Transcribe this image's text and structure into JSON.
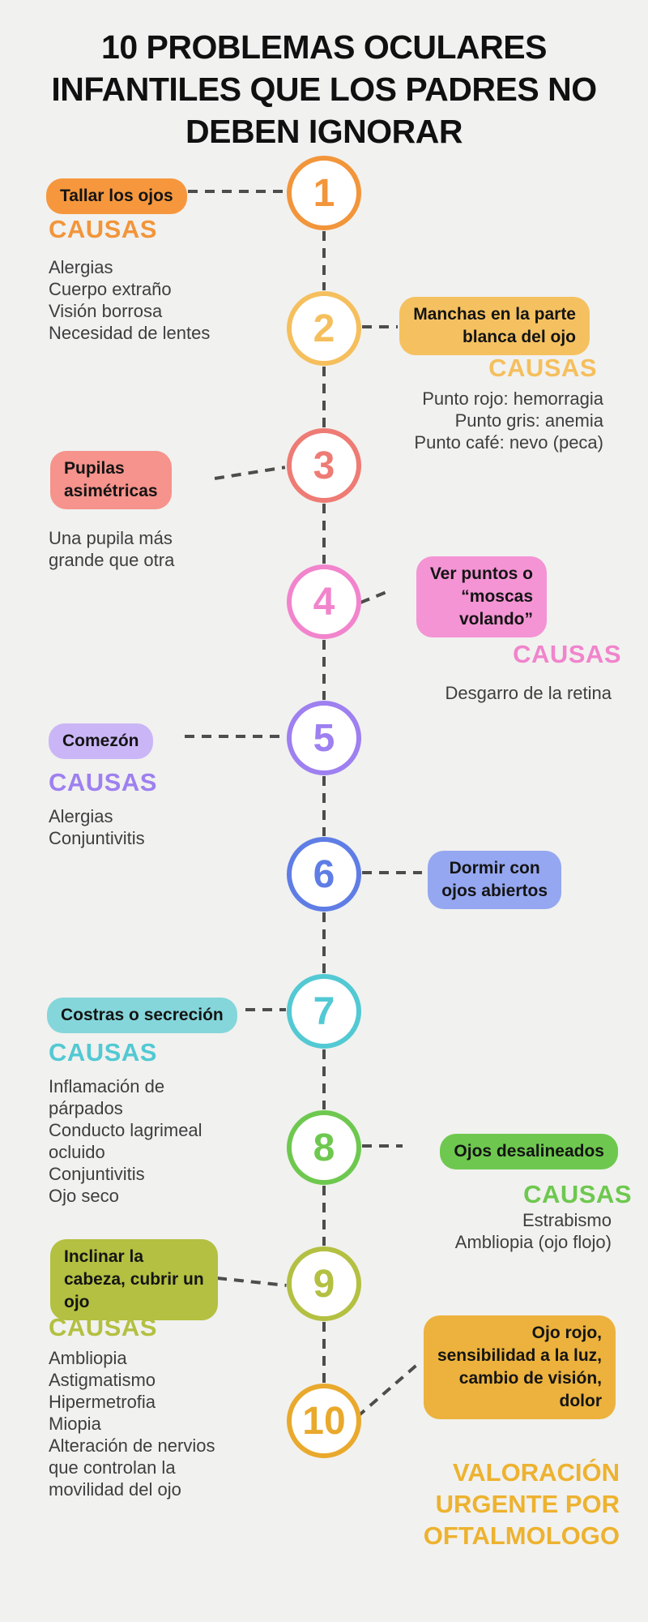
{
  "page": {
    "title": "10 PROBLEMAS OCULARES\nINFANTILES QUE LOS PADRES NO\nDEBEN IGNORAR",
    "title_color": "#101010",
    "background": "#f1f1ef",
    "connector_color": "#4d4d4d"
  },
  "causes_heading": "CAUSAS",
  "items": [
    {
      "number": "1",
      "label": "Tallar los ojos",
      "color": "#f2953b",
      "pill_color": "#f6973d",
      "causes": [
        "Alergias",
        "Cuerpo extraño",
        "Visión borrosa",
        "Necesidad de lentes"
      ]
    },
    {
      "number": "2",
      "label": "Manchas en la parte\nblanca del ojo",
      "color": "#f5bf5d",
      "pill_color": "#f5c160",
      "causes": [
        "Punto rojo: hemorragia",
        "Punto gris: anemia",
        "Punto café: nevo (peca)"
      ]
    },
    {
      "number": "3",
      "label": "Pupilas\nasimétricas",
      "color": "#ee7b74",
      "pill_color": "#f5938c",
      "description": "Una pupila más\ngrande que otra"
    },
    {
      "number": "4",
      "label": "Ver puntos o\n“moscas\nvolando”",
      "color": "#f184cc",
      "pill_color": "#f494d4",
      "causes": [
        "Desgarro de la retina"
      ]
    },
    {
      "number": "5",
      "label": "Comezón",
      "color": "#9e80f0",
      "pill_color": "#cab6f6",
      "causes": [
        "Alergias",
        "Conjuntivitis"
      ]
    },
    {
      "number": "6",
      "label": "Dormir con\nojos abiertos",
      "color": "#5f7de5",
      "pill_color": "#95a7f0"
    },
    {
      "number": "7",
      "label": "Costras o secreción",
      "color": "#52c9d3",
      "pill_color": "#85d6da",
      "causes": [
        "Inflamación de\npárpados",
        "Conducto lagrimeal\nocluido",
        "Conjuntivitis",
        "Ojo seco"
      ]
    },
    {
      "number": "8",
      "label": "Ojos desalineados",
      "color": "#6ec84f",
      "pill_color": "#6ec84f",
      "causes": [
        "Estrabismo",
        "Ambliopia (ojo flojo)"
      ]
    },
    {
      "number": "9",
      "label": "Inclinar la\ncabeza, cubrir un\nojo",
      "color": "#b3c041",
      "pill_color": "#b3c041",
      "causes": [
        "Ambliopia",
        "Astigmatismo",
        "Hipermetrofia",
        "Miopia",
        "Alteración de nervios\nque controlan la\nmovilidad del ojo"
      ]
    },
    {
      "number": "10",
      "label": "Ojo rojo,\nsensibilidad a la luz,\ncambio de visión,\ndolor",
      "color": "#e9a92c",
      "pill_color": "#ecb23d"
    }
  ],
  "footer": {
    "text": "VALORACIÓN\nURGENTE POR\nOFTALMOLOGO",
    "color": "#edb22f"
  }
}
